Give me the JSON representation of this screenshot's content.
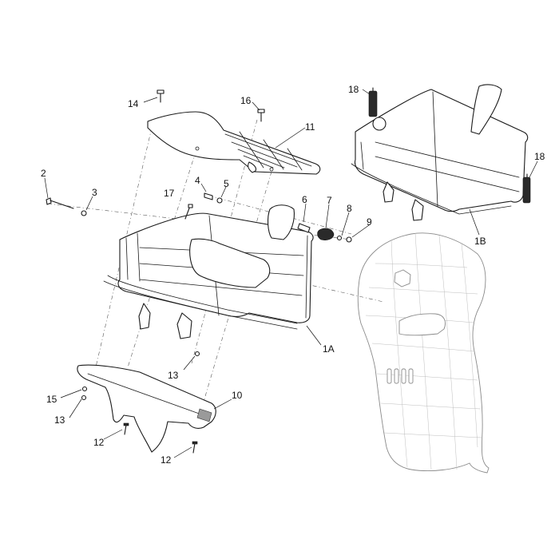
{
  "callouts": [
    {
      "id": "14",
      "label": "14"
    },
    {
      "id": "16",
      "label": "16"
    },
    {
      "id": "11",
      "label": "11"
    },
    {
      "id": "2",
      "label": "2"
    },
    {
      "id": "3",
      "label": "3"
    },
    {
      "id": "4",
      "label": "4"
    },
    {
      "id": "5",
      "label": "5"
    },
    {
      "id": "17",
      "label": "17"
    },
    {
      "id": "6",
      "label": "6"
    },
    {
      "id": "7",
      "label": "7"
    },
    {
      "id": "8",
      "label": "8"
    },
    {
      "id": "9",
      "label": "9"
    },
    {
      "id": "18a",
      "label": "18"
    },
    {
      "id": "18b",
      "label": "18"
    },
    {
      "id": "1B",
      "label": "1B"
    },
    {
      "id": "1A",
      "label": "1A"
    },
    {
      "id": "13a",
      "label": "13"
    },
    {
      "id": "15",
      "label": "15"
    },
    {
      "id": "13b",
      "label": "13"
    },
    {
      "id": "10",
      "label": "10"
    },
    {
      "id": "12a",
      "label": "12"
    },
    {
      "id": "12b",
      "label": "12"
    }
  ]
}
